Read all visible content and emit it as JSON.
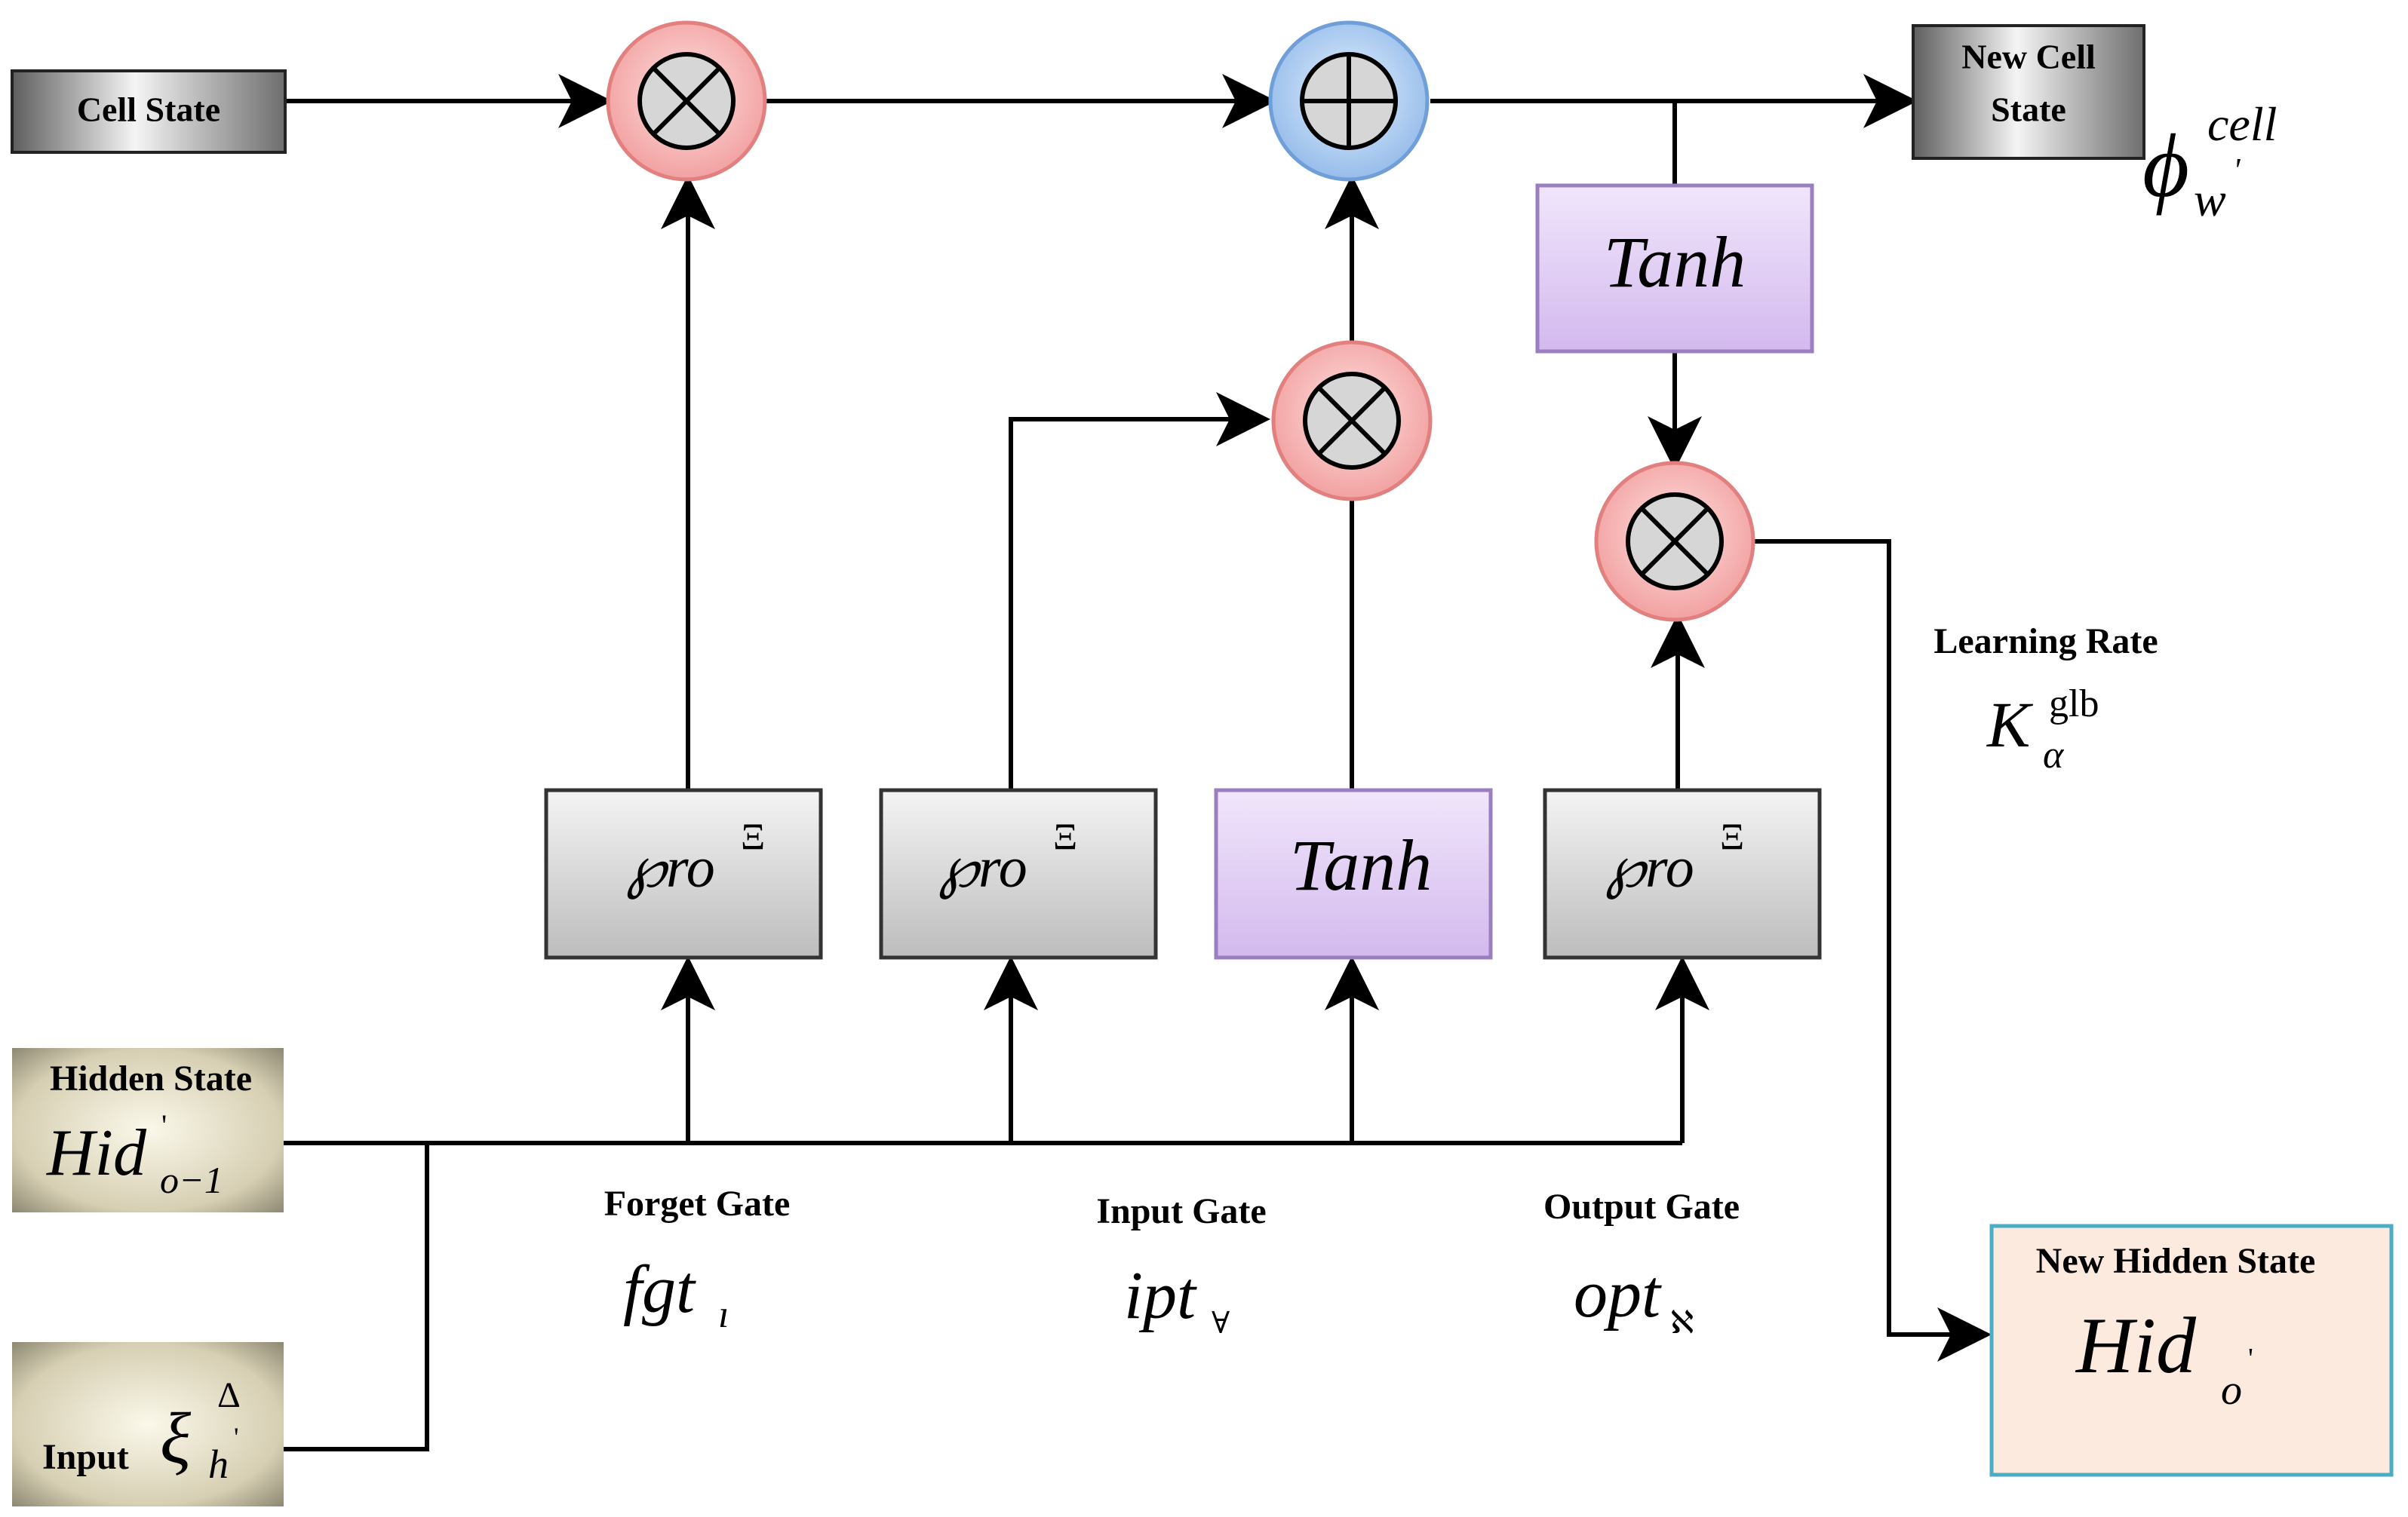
{
  "colors": {
    "line": "#000000",
    "gray_box_fill_light": "#f2f2f2",
    "gray_box_fill_dark": "#7f7f7f",
    "purple_fill": "#ddc8f0",
    "purple_stroke": "#9a7fc0",
    "mult_fill": "#f7b4b4",
    "mult_stroke": "#e08a8a",
    "add_fill": "#b7d2f2",
    "add_stroke": "#7fa9dc",
    "input_box_fill": "#d6d0b6",
    "output_box_fill": "#fdeade",
    "output_box_stroke": "#4bacc6"
  },
  "inputs": {
    "cell_state": "Cell State",
    "hidden_state_label": "Hidden State",
    "hidden_state_sym": "Hid",
    "hidden_state_sup": "'",
    "hidden_state_sub": "o−1",
    "input_label": "Input",
    "input_sym": "ξ",
    "input_sup": "Δ",
    "input_sub": "h",
    "input_sub_prime": "'"
  },
  "outputs": {
    "new_cell_state_line1": "New Cell",
    "new_cell_state_line2": "State",
    "phi_sym": "ϕ",
    "phi_sup": "cell",
    "phi_sub": "w",
    "phi_sub_prime": "'",
    "new_hidden_state_label": "New Hidden State",
    "new_hidden_sym": "Hid",
    "new_hidden_sub": "o",
    "new_hidden_sub_prime": "'"
  },
  "learning_rate": {
    "label": "Learning Rate",
    "sym": "K",
    "sup": "glb",
    "sub": "α"
  },
  "gates": {
    "activation_sym": "℘ro",
    "activation_sup": "Ξ",
    "tanh": "Tanh",
    "forget_label": "Forget Gate",
    "forget_sym": "fgt",
    "forget_sub": "ı",
    "input_label": "Input Gate",
    "input_sym": "ipt",
    "input_sub": "∀",
    "output_label": "Output Gate",
    "output_sym": "opt",
    "output_sub": "ℵ"
  },
  "operators": {
    "multiply": "multiply",
    "add": "add"
  }
}
